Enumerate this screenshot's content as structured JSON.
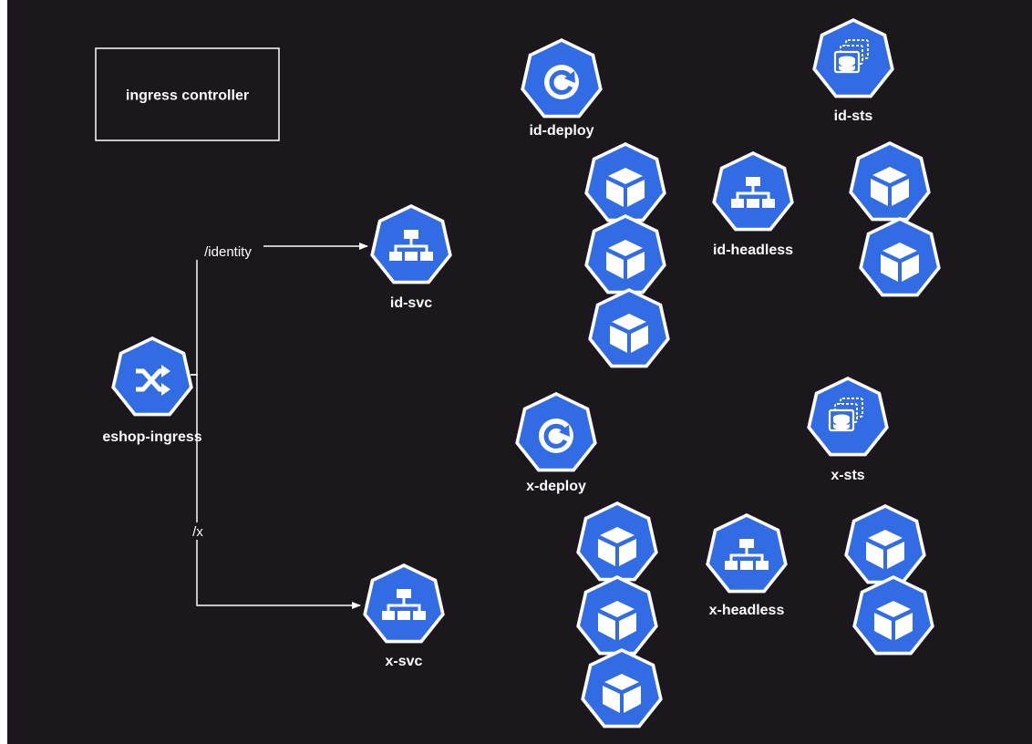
{
  "colors": {
    "canvas_bg": "#1c171d",
    "icon_blue": "#326ce5",
    "icon_border": "#ffffff",
    "line": "#ffffff"
  },
  "boxes": [
    {
      "id": "ingress-controller",
      "label": "ingress controller"
    }
  ],
  "nodes": [
    {
      "id": "eshop-ingress",
      "icon": "ingress-icon",
      "label": "eshop-ingress"
    },
    {
      "id": "id-svc",
      "icon": "service-icon",
      "label": "id-svc"
    },
    {
      "id": "x-svc",
      "icon": "service-icon",
      "label": "x-svc"
    },
    {
      "id": "id-deploy",
      "icon": "deployment-icon",
      "label": "id-deploy"
    },
    {
      "id": "id-sts",
      "icon": "statefulset-icon",
      "label": "id-sts"
    },
    {
      "id": "id-headless",
      "icon": "service-icon",
      "label": "id-headless"
    },
    {
      "id": "x-deploy",
      "icon": "deployment-icon",
      "label": "x-deploy"
    },
    {
      "id": "x-sts",
      "icon": "statefulset-icon",
      "label": "x-sts"
    },
    {
      "id": "x-headless",
      "icon": "service-icon",
      "label": "x-headless"
    },
    {
      "id": "id-pod-1",
      "icon": "pod-icon",
      "label": ""
    },
    {
      "id": "id-pod-2",
      "icon": "pod-icon",
      "label": ""
    },
    {
      "id": "id-pod-3",
      "icon": "pod-icon",
      "label": ""
    },
    {
      "id": "id-sts-pod-1",
      "icon": "pod-icon",
      "label": ""
    },
    {
      "id": "id-sts-pod-2",
      "icon": "pod-icon",
      "label": ""
    },
    {
      "id": "x-pod-1",
      "icon": "pod-icon",
      "label": ""
    },
    {
      "id": "x-pod-2",
      "icon": "pod-icon",
      "label": ""
    },
    {
      "id": "x-pod-3",
      "icon": "pod-icon",
      "label": ""
    },
    {
      "id": "x-sts-pod-1",
      "icon": "pod-icon",
      "label": ""
    },
    {
      "id": "x-sts-pod-2",
      "icon": "pod-icon",
      "label": ""
    }
  ],
  "edges": [
    {
      "id": "edge-identity",
      "from": "eshop-ingress",
      "to": "id-svc",
      "label": "/identity"
    },
    {
      "id": "edge-x",
      "from": "eshop-ingress",
      "to": "x-svc",
      "label": "/x"
    }
  ]
}
